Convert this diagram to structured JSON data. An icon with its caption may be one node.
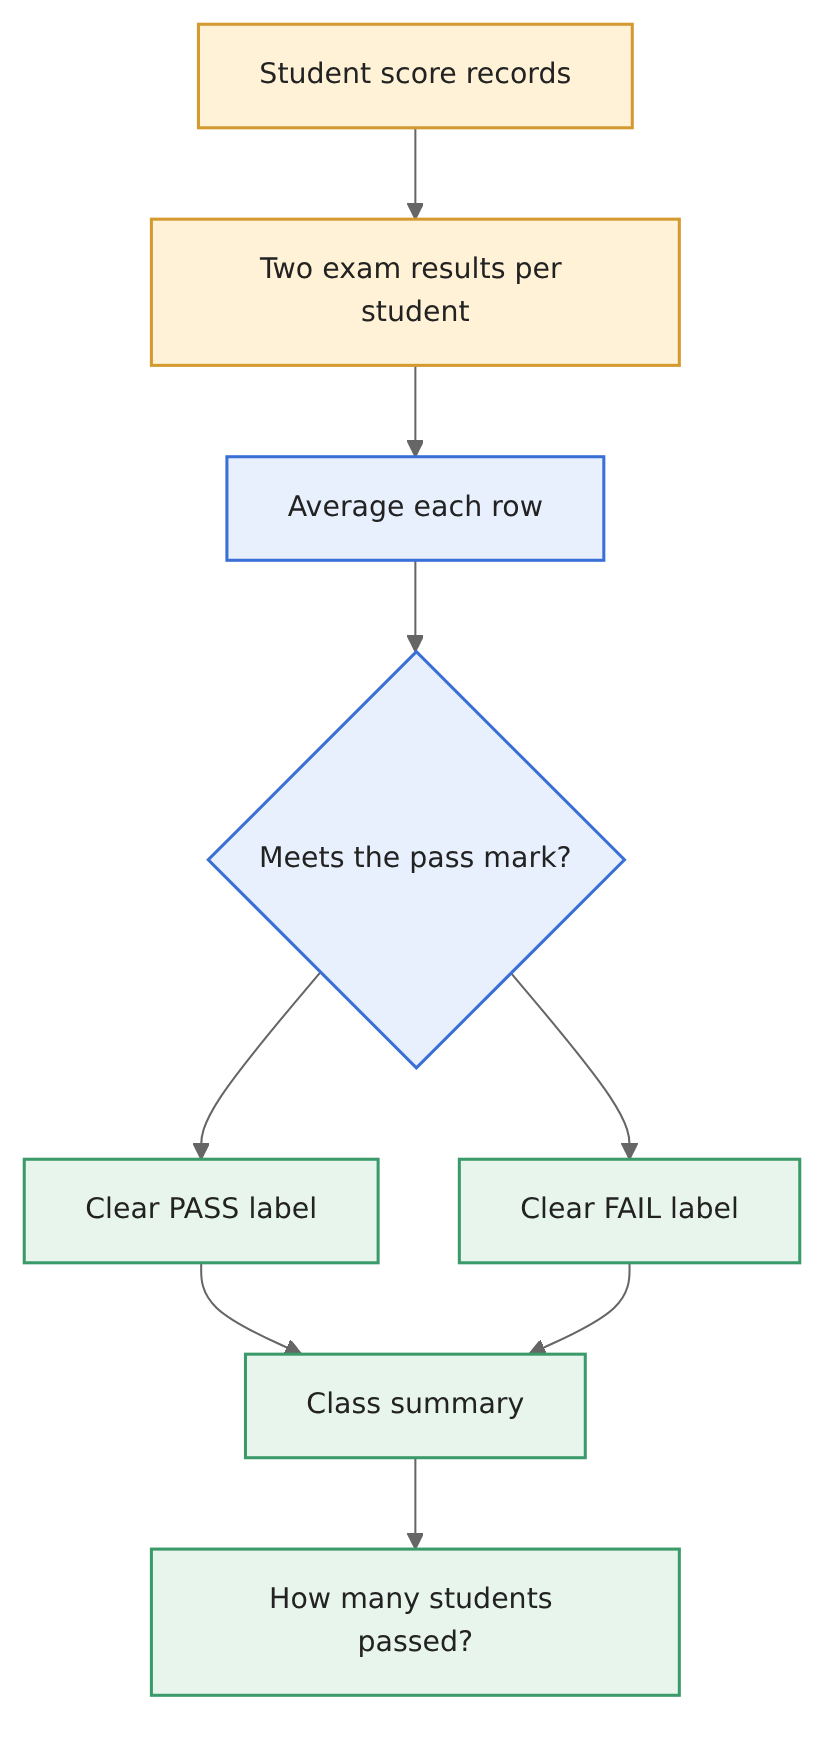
{
  "diagram": {
    "nodes": [
      {
        "text": [
          "Student score records"
        ]
      },
      {
        "text": [
          "Two exam results per student"
        ]
      },
      {
        "text": [
          "Average each row"
        ]
      },
      {
        "text": [
          "Meets the pass mark?"
        ]
      },
      {
        "text": [
          "Clear PASS label"
        ]
      },
      {
        "text": [
          "Clear FAIL label"
        ]
      },
      {
        "text": [
          "Class summary"
        ]
      },
      {
        "text": [
          "How many students passed?"
        ]
      }
    ],
    "edges": [
      {
        "from": 0,
        "to": 1,
        "arrow": "to"
      },
      {
        "from": 1,
        "to": 2,
        "arrow": "to"
      },
      {
        "from": 2,
        "to": 3,
        "arrow": "to"
      },
      {
        "from": 3,
        "to": 4,
        "arrow": "to"
      },
      {
        "from": 3,
        "to": 5,
        "arrow": "to"
      },
      {
        "from": 4,
        "to": 6,
        "arrow": "to"
      },
      {
        "from": 5,
        "to": 6,
        "arrow": "to"
      },
      {
        "from": 6,
        "to": 7,
        "arrow": "to"
      }
    ]
  }
}
